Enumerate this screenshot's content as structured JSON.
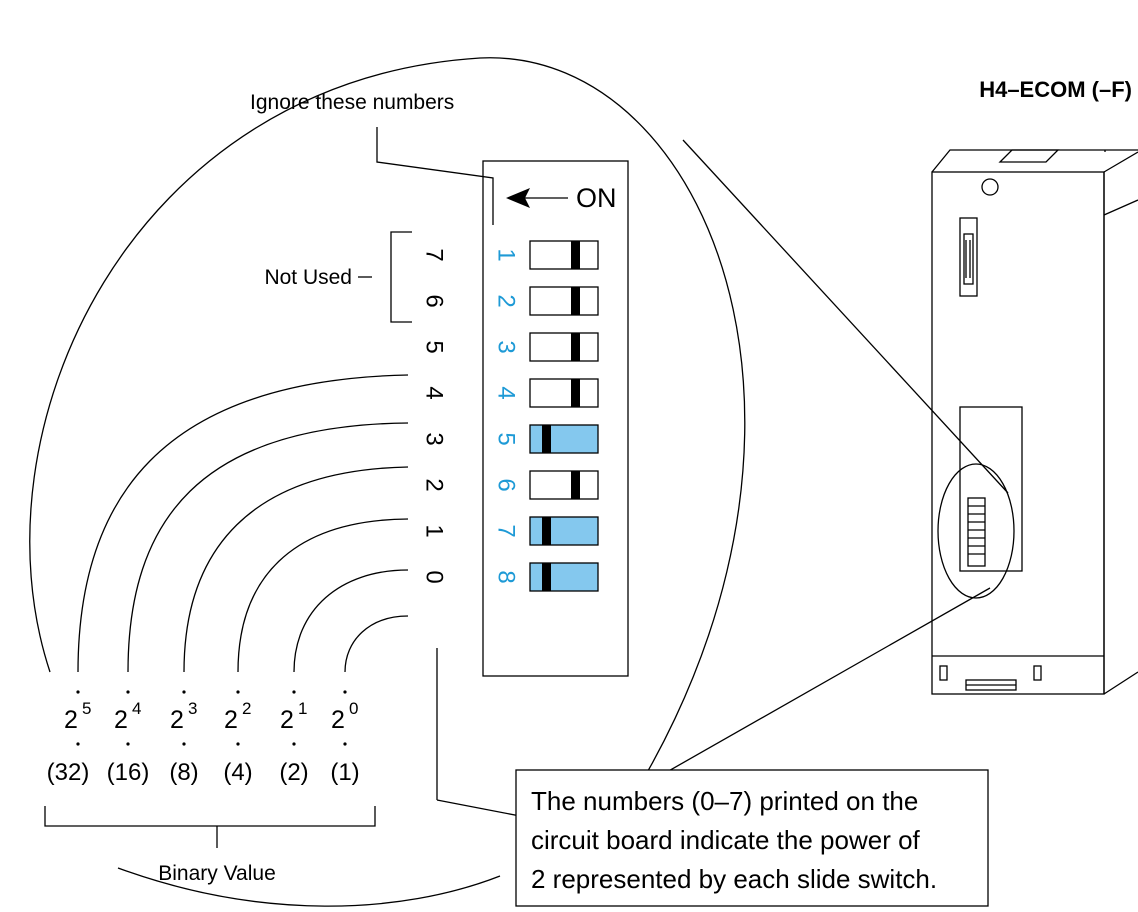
{
  "title": "H4–ECOM (–F)",
  "ignore_label": "Ignore these numbers",
  "on_label": "ON",
  "not_used_label": "Not Used",
  "binary_value_label": "Binary Value",
  "note_lines": [
    "The numbers (0–7) printed on the",
    "circuit board indicate the power of",
    "2 represented by each slide switch."
  ],
  "switches": [
    {
      "switch_number": "1",
      "board_number": "7",
      "state": "off"
    },
    {
      "switch_number": "2",
      "board_number": "6",
      "state": "off"
    },
    {
      "switch_number": "3",
      "board_number": "5",
      "state": "off"
    },
    {
      "switch_number": "4",
      "board_number": "4",
      "state": "off"
    },
    {
      "switch_number": "5",
      "board_number": "3",
      "state": "on"
    },
    {
      "switch_number": "6",
      "board_number": "2",
      "state": "off"
    },
    {
      "switch_number": "7",
      "board_number": "1",
      "state": "on"
    },
    {
      "switch_number": "8",
      "board_number": "0",
      "state": "on"
    }
  ],
  "powers": [
    {
      "base": "2",
      "exp": "5",
      "value": "(32)"
    },
    {
      "base": "2",
      "exp": "4",
      "value": "(16)"
    },
    {
      "base": "2",
      "exp": "3",
      "value": "(8)"
    },
    {
      "base": "2",
      "exp": "2",
      "value": "(4)"
    },
    {
      "base": "2",
      "exp": "1",
      "value": "(2)"
    },
    {
      "base": "2",
      "exp": "0",
      "value": "(1)"
    }
  ],
  "colors": {
    "accent": "#1e9ad6",
    "switch_on_fill": "#84c8ee",
    "line": "#000000"
  }
}
